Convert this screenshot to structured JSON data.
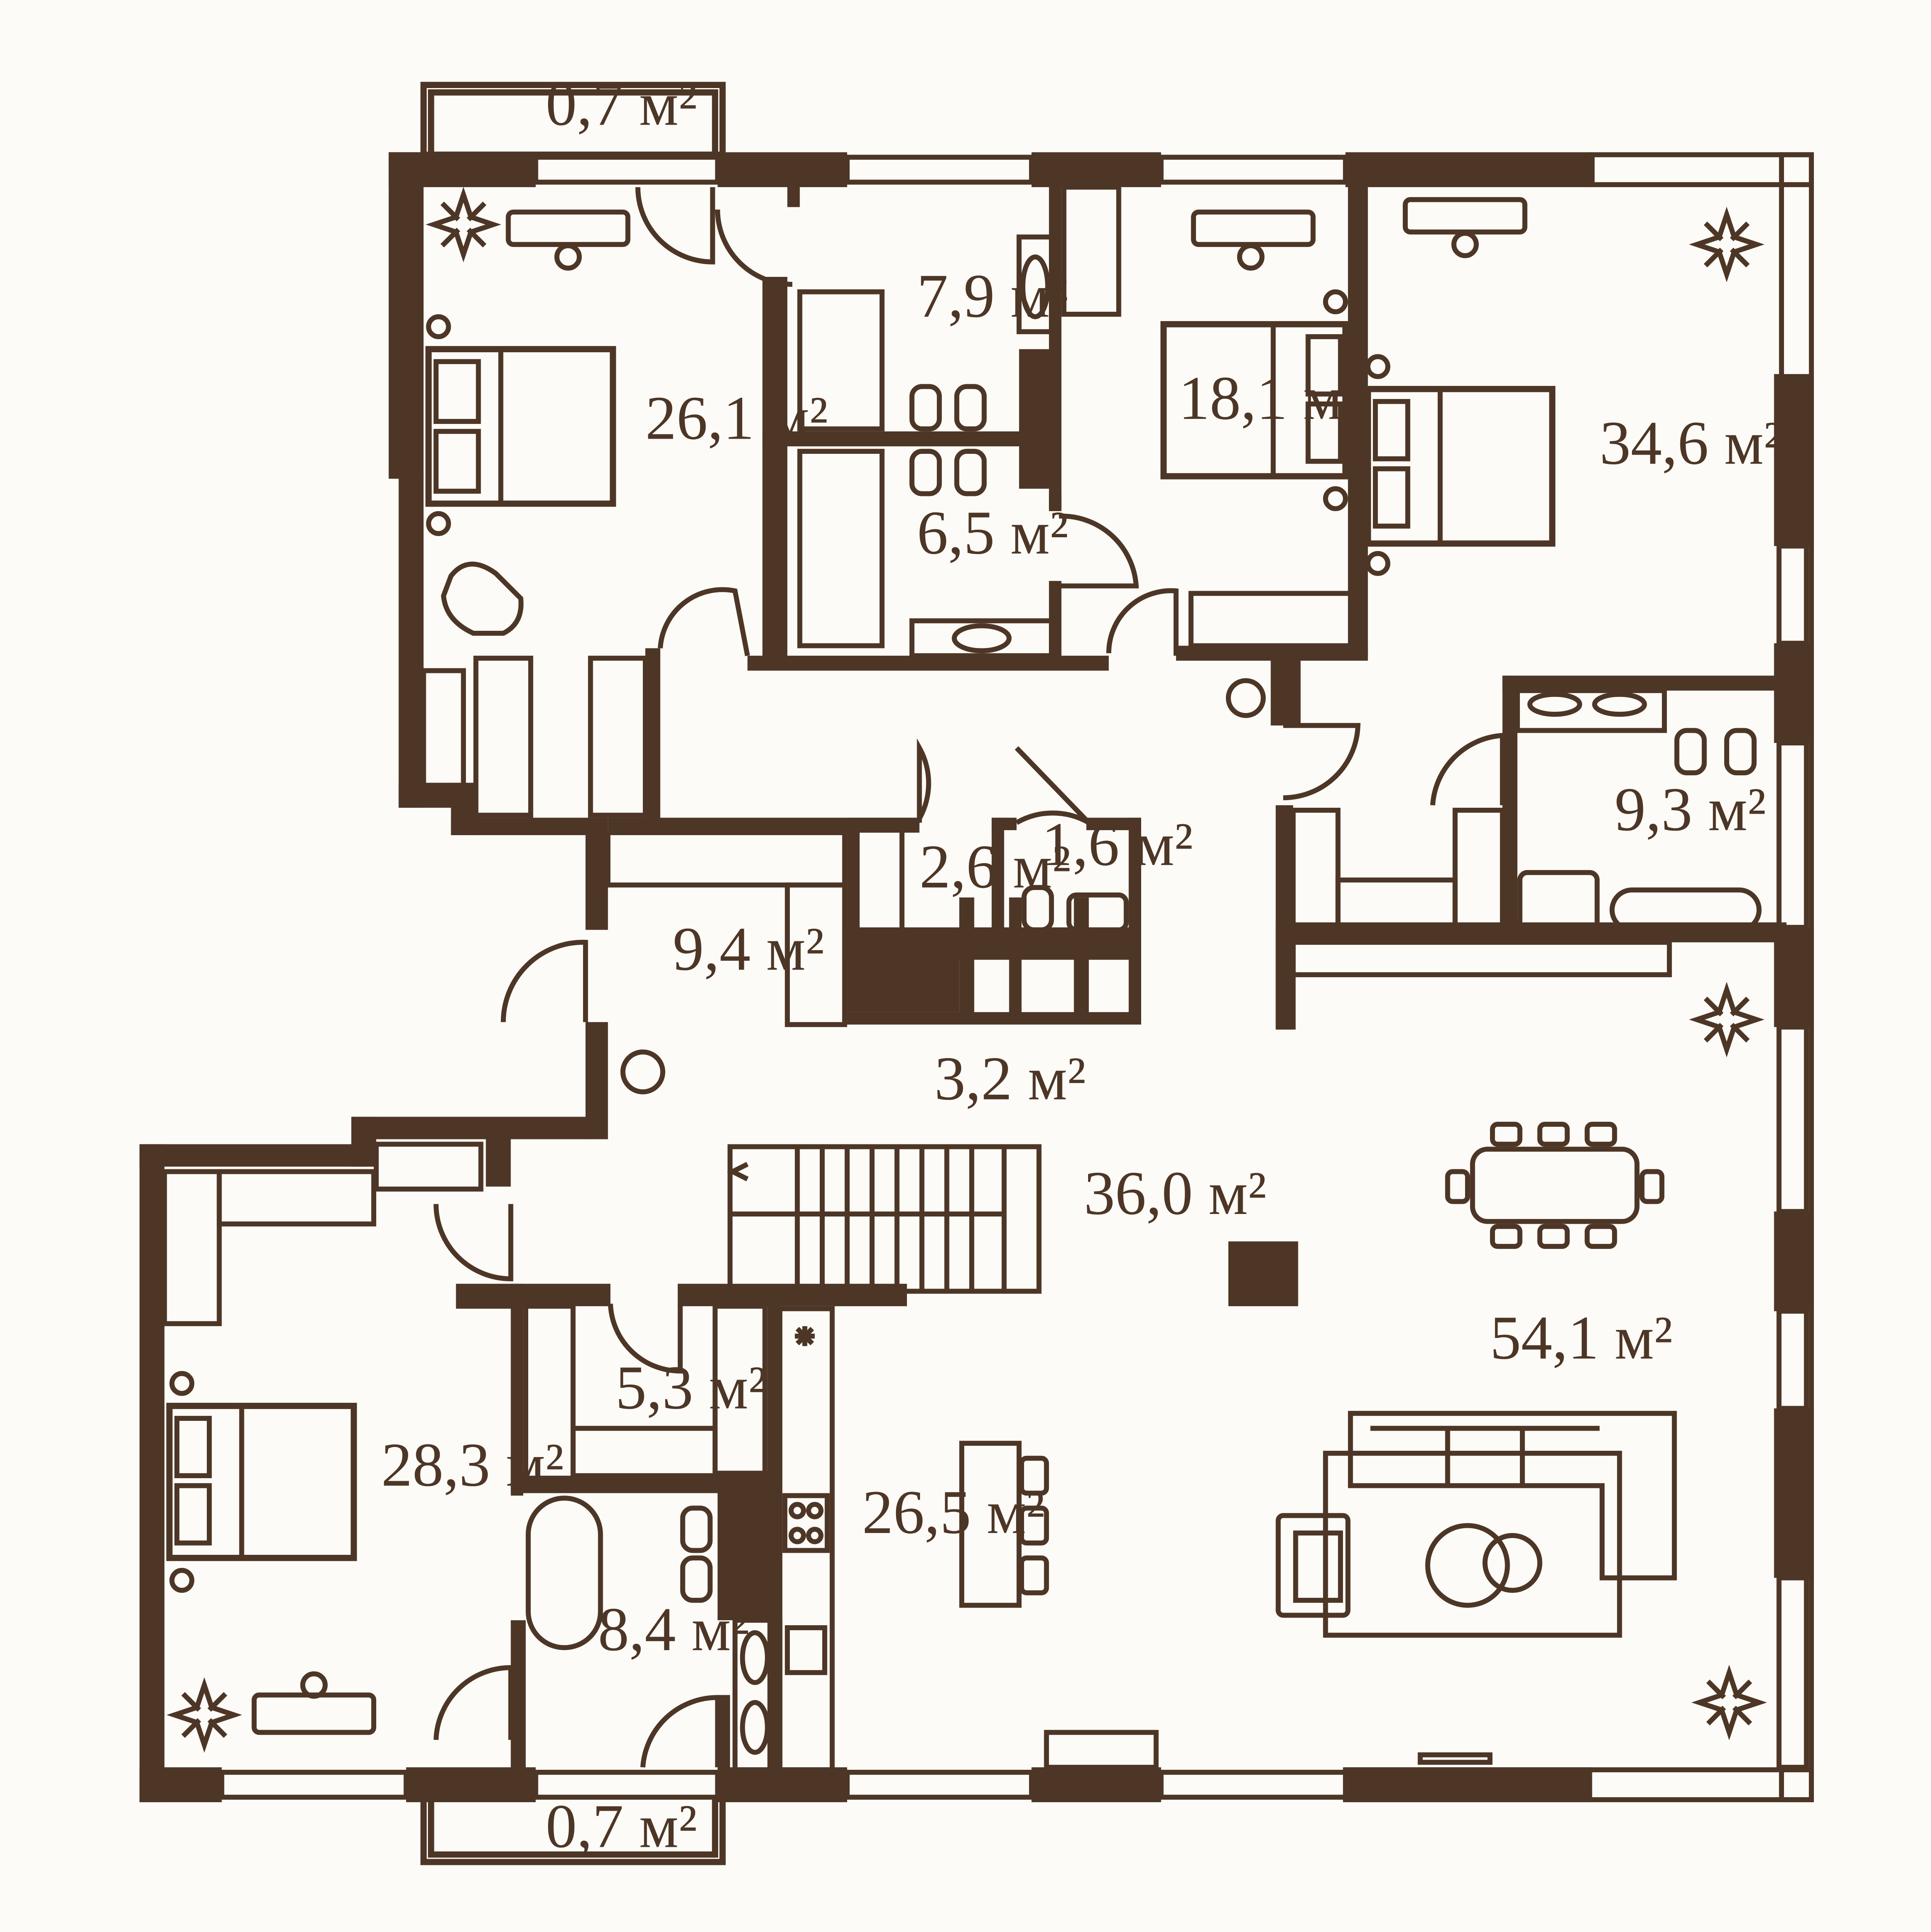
{
  "colors": {
    "background": "#fdfbf7",
    "wall": "#4d3626",
    "line": "#4d3626"
  },
  "rooms": [
    {
      "id": "balcony-top",
      "label": "0,7 м²"
    },
    {
      "id": "bedroom-nw",
      "label": "26,1 м²"
    },
    {
      "id": "bath-upper",
      "label": "7,9 м²"
    },
    {
      "id": "bath-lower",
      "label": "6,5 м²"
    },
    {
      "id": "bedroom-n",
      "label": "18,1 м²"
    },
    {
      "id": "bedroom-ne",
      "label": "34,6 м²"
    },
    {
      "id": "bath-ne",
      "label": "9,3 м²"
    },
    {
      "id": "storage",
      "label": "2,6 м²"
    },
    {
      "id": "wc",
      "label": "1,6 м²"
    },
    {
      "id": "hall",
      "label": "9,4 м²"
    },
    {
      "id": "corridor",
      "label": "3,2 м²"
    },
    {
      "id": "stair-hall",
      "label": "36,0 м²"
    },
    {
      "id": "living",
      "label": "54,1 м²"
    },
    {
      "id": "wardrobe",
      "label": "5,3 м²"
    },
    {
      "id": "bedroom-sw",
      "label": "28,3 м²"
    },
    {
      "id": "kitchen",
      "label": "26,5 м²"
    },
    {
      "id": "bath-sw",
      "label": "8,4 м²"
    },
    {
      "id": "balcony-bottom",
      "label": "0,7 м²"
    }
  ],
  "icons": [
    "plant-icon",
    "desk-chair-icon",
    "bed-icon",
    "bathtub-icon",
    "toilet-icon",
    "sink-icon",
    "shower-icon",
    "wardrobe-icon",
    "staircase-icon",
    "dining-table-icon",
    "sofa-icon",
    "armchair-icon",
    "coffee-table-icon",
    "cooktop-icon",
    "column-icon"
  ]
}
